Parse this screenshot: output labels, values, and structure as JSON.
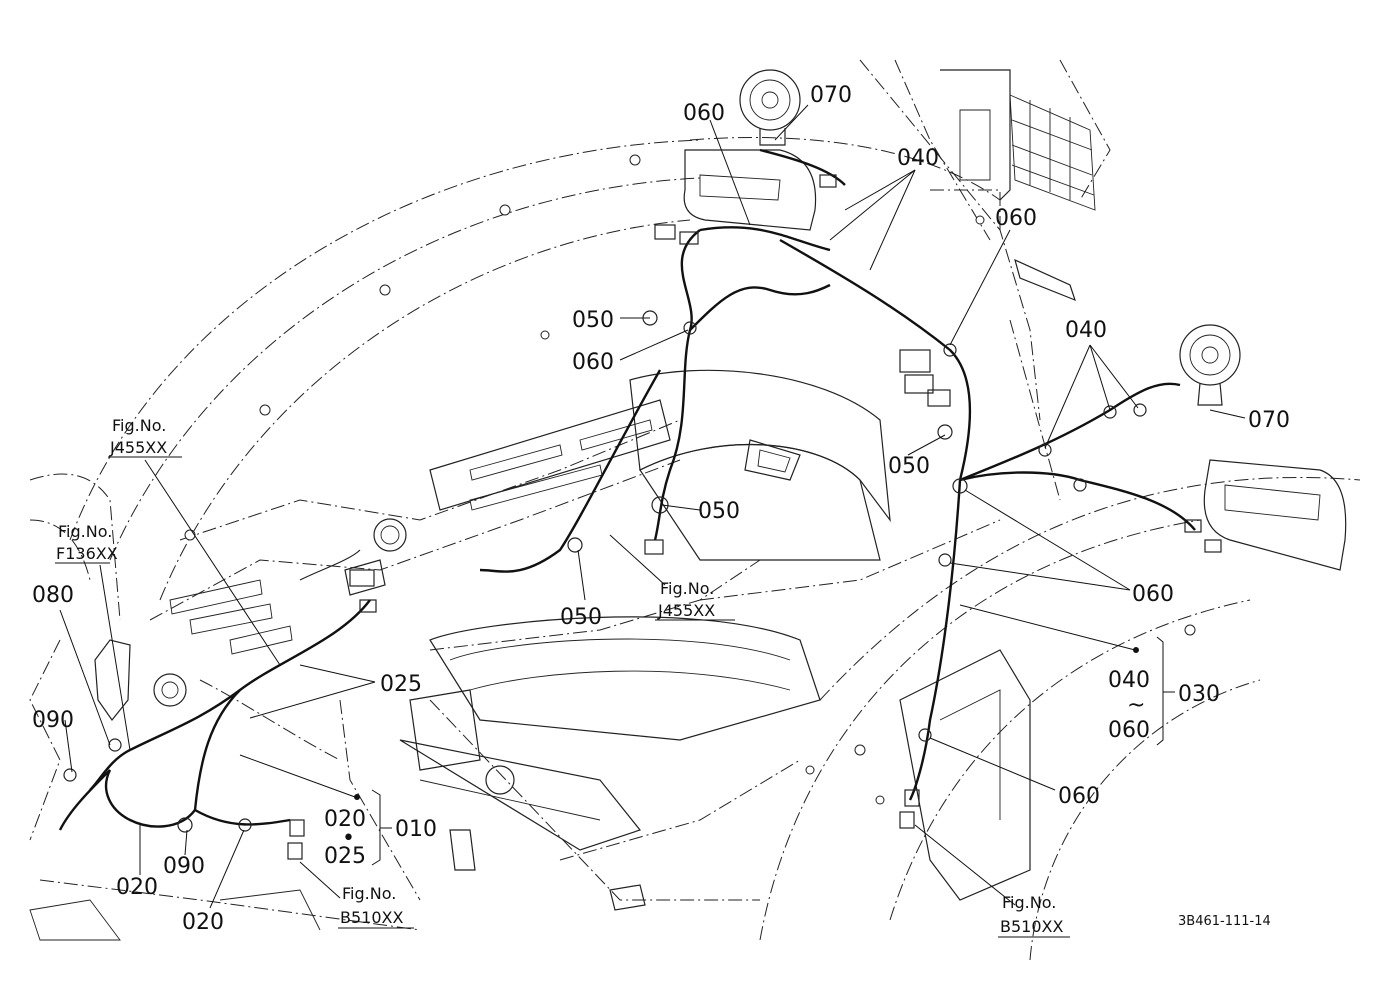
{
  "callouts": {
    "p010": "010",
    "p020_a": "020",
    "p020_b": "020",
    "p020_c": "020",
    "p025_a": "025",
    "p025_b": "025",
    "p030": "030",
    "p040_a": "040",
    "p040_b": "040",
    "p040_c": "040",
    "range_tilde": "~",
    "p050_a": "050",
    "p050_b": "050",
    "p050_c": "050",
    "p050_d": "050",
    "p060_a": "060",
    "p060_b": "060",
    "p060_c": "060",
    "p060_d": "060",
    "p060_e": "060",
    "p060_f": "060",
    "p070_a": "070",
    "p070_b": "070",
    "p080": "080",
    "p090_a": "090",
    "p090_b": "090",
    "sep_dot": "•"
  },
  "figure_refs": {
    "j455_left": {
      "label": "Fig.No.",
      "code": "J455XX"
    },
    "f136": {
      "label": "Fig.No.",
      "code": "F136XX"
    },
    "j455_center": {
      "label": "Fig.No.",
      "code": "J455XX"
    },
    "b510_left": {
      "label": "Fig.No.",
      "code": "B510XX"
    },
    "b510_right": {
      "label": "Fig.No.",
      "code": "B510XX"
    }
  },
  "drawing_code": "3B461-111-14"
}
